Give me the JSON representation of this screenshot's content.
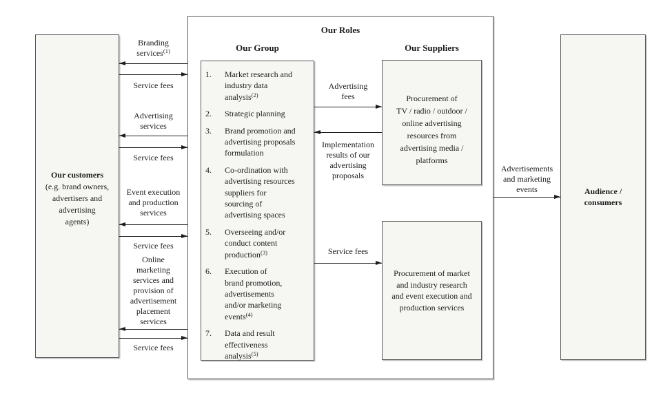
{
  "roles": {
    "title": "Our Roles"
  },
  "customers": {
    "title": "Our customers",
    "subtitle": "(e.g. brand owners,\nadvertisers and\nadvertising\nagents)"
  },
  "group": {
    "heading": "Our Group",
    "items": [
      {
        "num": "1.",
        "text": "Market research and\nindustry data\nanalysis",
        "sup": "(2)"
      },
      {
        "num": "2.",
        "text": "Strategic planning",
        "sup": ""
      },
      {
        "num": "3.",
        "text": "Brand promotion and\nadvertising proposals\nformulation",
        "sup": ""
      },
      {
        "num": "4.",
        "text": "Co-ordination with\nadvertising resources\nsuppliers for\nsourcing of\nadvertising spaces",
        "sup": ""
      },
      {
        "num": "5.",
        "text": "Overseeing and/or\nconduct content\nproduction",
        "sup": "(3)"
      },
      {
        "num": "6.",
        "text": "Execution of\nbrand promotion,\nadvertisements\nand/or marketing\nevents",
        "sup": "(4)"
      },
      {
        "num": "7.",
        "text": "Data and result\neffectiveness\nanalysis",
        "sup": "(5)"
      }
    ]
  },
  "suppliers": {
    "heading": "Our Suppliers",
    "media_box": "Procurement of\nTV / radio / outdoor /\nonline advertising\nresources from\nadvertising media /\nplatforms",
    "research_box": "Procurement of market\nand industry research\nand event execution and\nproduction services"
  },
  "audience": {
    "title": "Audience /\nconsumers"
  },
  "flows": {
    "branding_services": {
      "text": "Branding\nservices",
      "sup": "(1)"
    },
    "service_fees_1": "Service fees",
    "advertising_services": "Advertising\nservices",
    "service_fees_2": "Service fees",
    "event_execution": "Event execution\nand production\nservices",
    "service_fees_3": "Service fees",
    "online_marketing": "Online\nmarketing\nservices and\nprovision of\nadvertisement\nplacement\nservices",
    "service_fees_4": "Service fees",
    "advertising_fees": "Advertising\nfees",
    "implementation_results": "Implementation\nresults of our\nadvertising\nproposals",
    "service_fees_5": "Service fees",
    "advertisements_marketing": "Advertisements\nand marketing\nevents"
  },
  "colors": {
    "box_fill": "#f6f6f3",
    "box_border": "#58585a",
    "line": "#1c1c1c",
    "text": "#1c1c1c",
    "background": "#ffffff"
  }
}
